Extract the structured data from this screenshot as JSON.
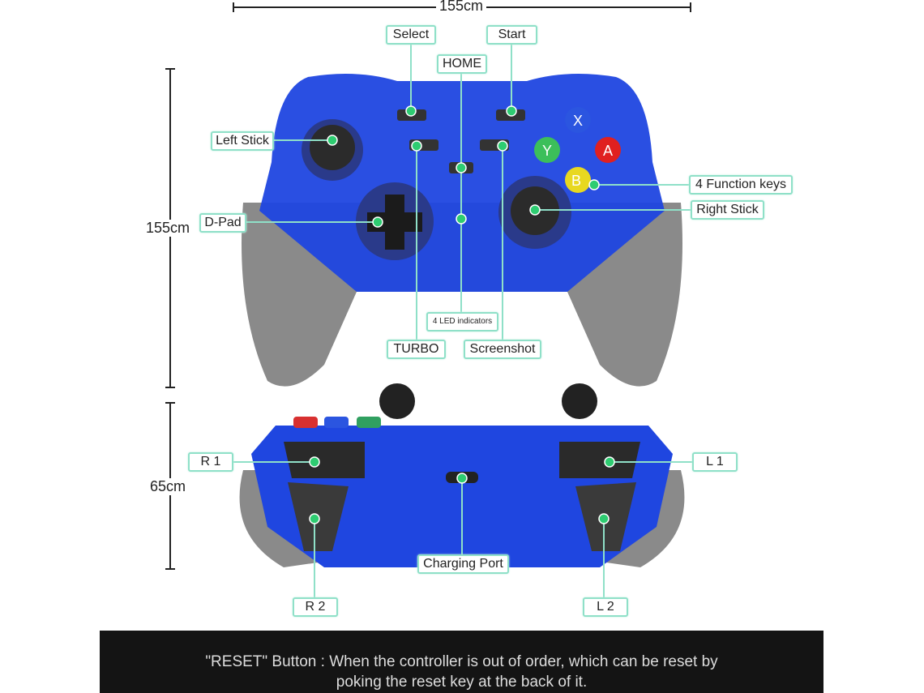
{
  "dimensions": {
    "width_label": "155cm",
    "height_label": "155cm",
    "depth_label": "65cm"
  },
  "front_labels": {
    "select": "Select",
    "start": "Start",
    "home": "HOME",
    "left_stick": "Left Stick",
    "function_keys": "4 Function keys",
    "right_stick": "Right Stick",
    "dpad": "D-Pad",
    "led": "4 LED indicators",
    "turbo": "TURBO",
    "screenshot": "Screenshot"
  },
  "face_buttons": {
    "x": "X",
    "y": "Y",
    "a": "A",
    "b": "B"
  },
  "back_labels": {
    "r1": "R 1",
    "l1": "L 1",
    "charging": "Charging Port",
    "r2": "R 2",
    "l2": "L 2"
  },
  "colors": {
    "shell": "#1a3fd6",
    "grip": "#8c8c8c",
    "label_border": "#8fe0c8",
    "dot": "#2ecc71"
  },
  "footer": {
    "line1": "\"RESET\" Button : When the controller is out of order, which can be reset by",
    "line2": "poking the reset key at the back of it."
  }
}
